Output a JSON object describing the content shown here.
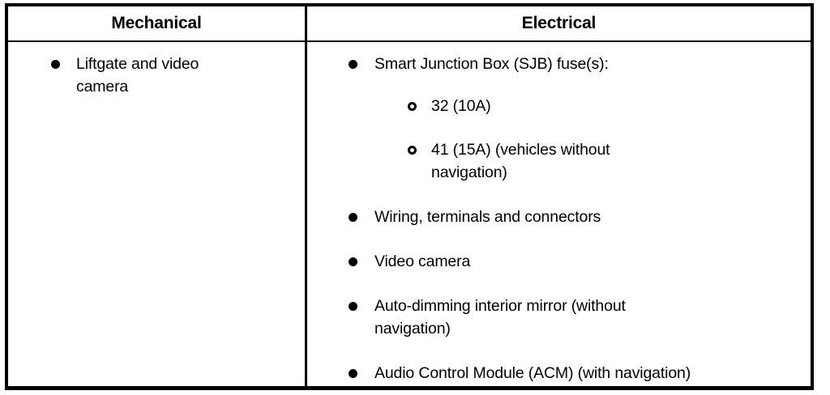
{
  "table": {
    "columns": [
      {
        "id": "mechanical",
        "header": "Mechanical"
      },
      {
        "id": "electrical",
        "header": "Electrical"
      }
    ],
    "mechanical": {
      "items": [
        {
          "marker": "filled-disc",
          "line1": "Liftgate and video",
          "line2": "camera"
        }
      ]
    },
    "electrical": {
      "items": [
        {
          "marker": "filled-disc",
          "line1": "Smart Junction Box (SJB) fuse(s):",
          "line2": "",
          "subitems": [
            {
              "marker": "hollow-circle",
              "line1": "32 (10A)",
              "line2": ""
            },
            {
              "marker": "hollow-circle",
              "line1": "41 (15A) (vehicles without",
              "line2": "navigation)"
            }
          ]
        },
        {
          "marker": "filled-disc",
          "line1": "Wiring, terminals and connectors",
          "line2": ""
        },
        {
          "marker": "filled-disc",
          "line1": "Video camera",
          "line2": ""
        },
        {
          "marker": "filled-disc",
          "line1": "Auto-dimming interior mirror (without",
          "line2": "navigation)"
        },
        {
          "marker": "filled-disc",
          "line1": "Audio Control Module (ACM) (with navigation)",
          "line2": ""
        }
      ]
    }
  },
  "colors": {
    "text": "#000000",
    "background": "#ffffff",
    "border": "#000000"
  }
}
